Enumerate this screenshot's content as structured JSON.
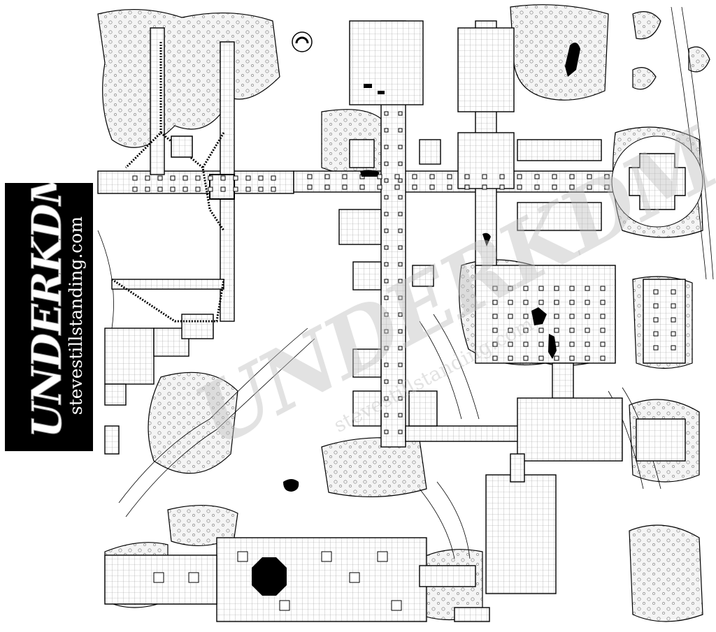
{
  "map": {
    "title": "Dungeon cave complex map",
    "colors": {
      "ink": "#000000",
      "paper": "#ffffff",
      "floor_grid": "#9a9a9a",
      "cave_fill": "#f2f2f2",
      "watermark": "#bebebe"
    }
  },
  "logo": {
    "title": "UNDERKDM",
    "url": "stevestillstanding.com"
  },
  "watermark": {
    "title": "UNDERKDM",
    "url": "stevestillstanding.com"
  }
}
